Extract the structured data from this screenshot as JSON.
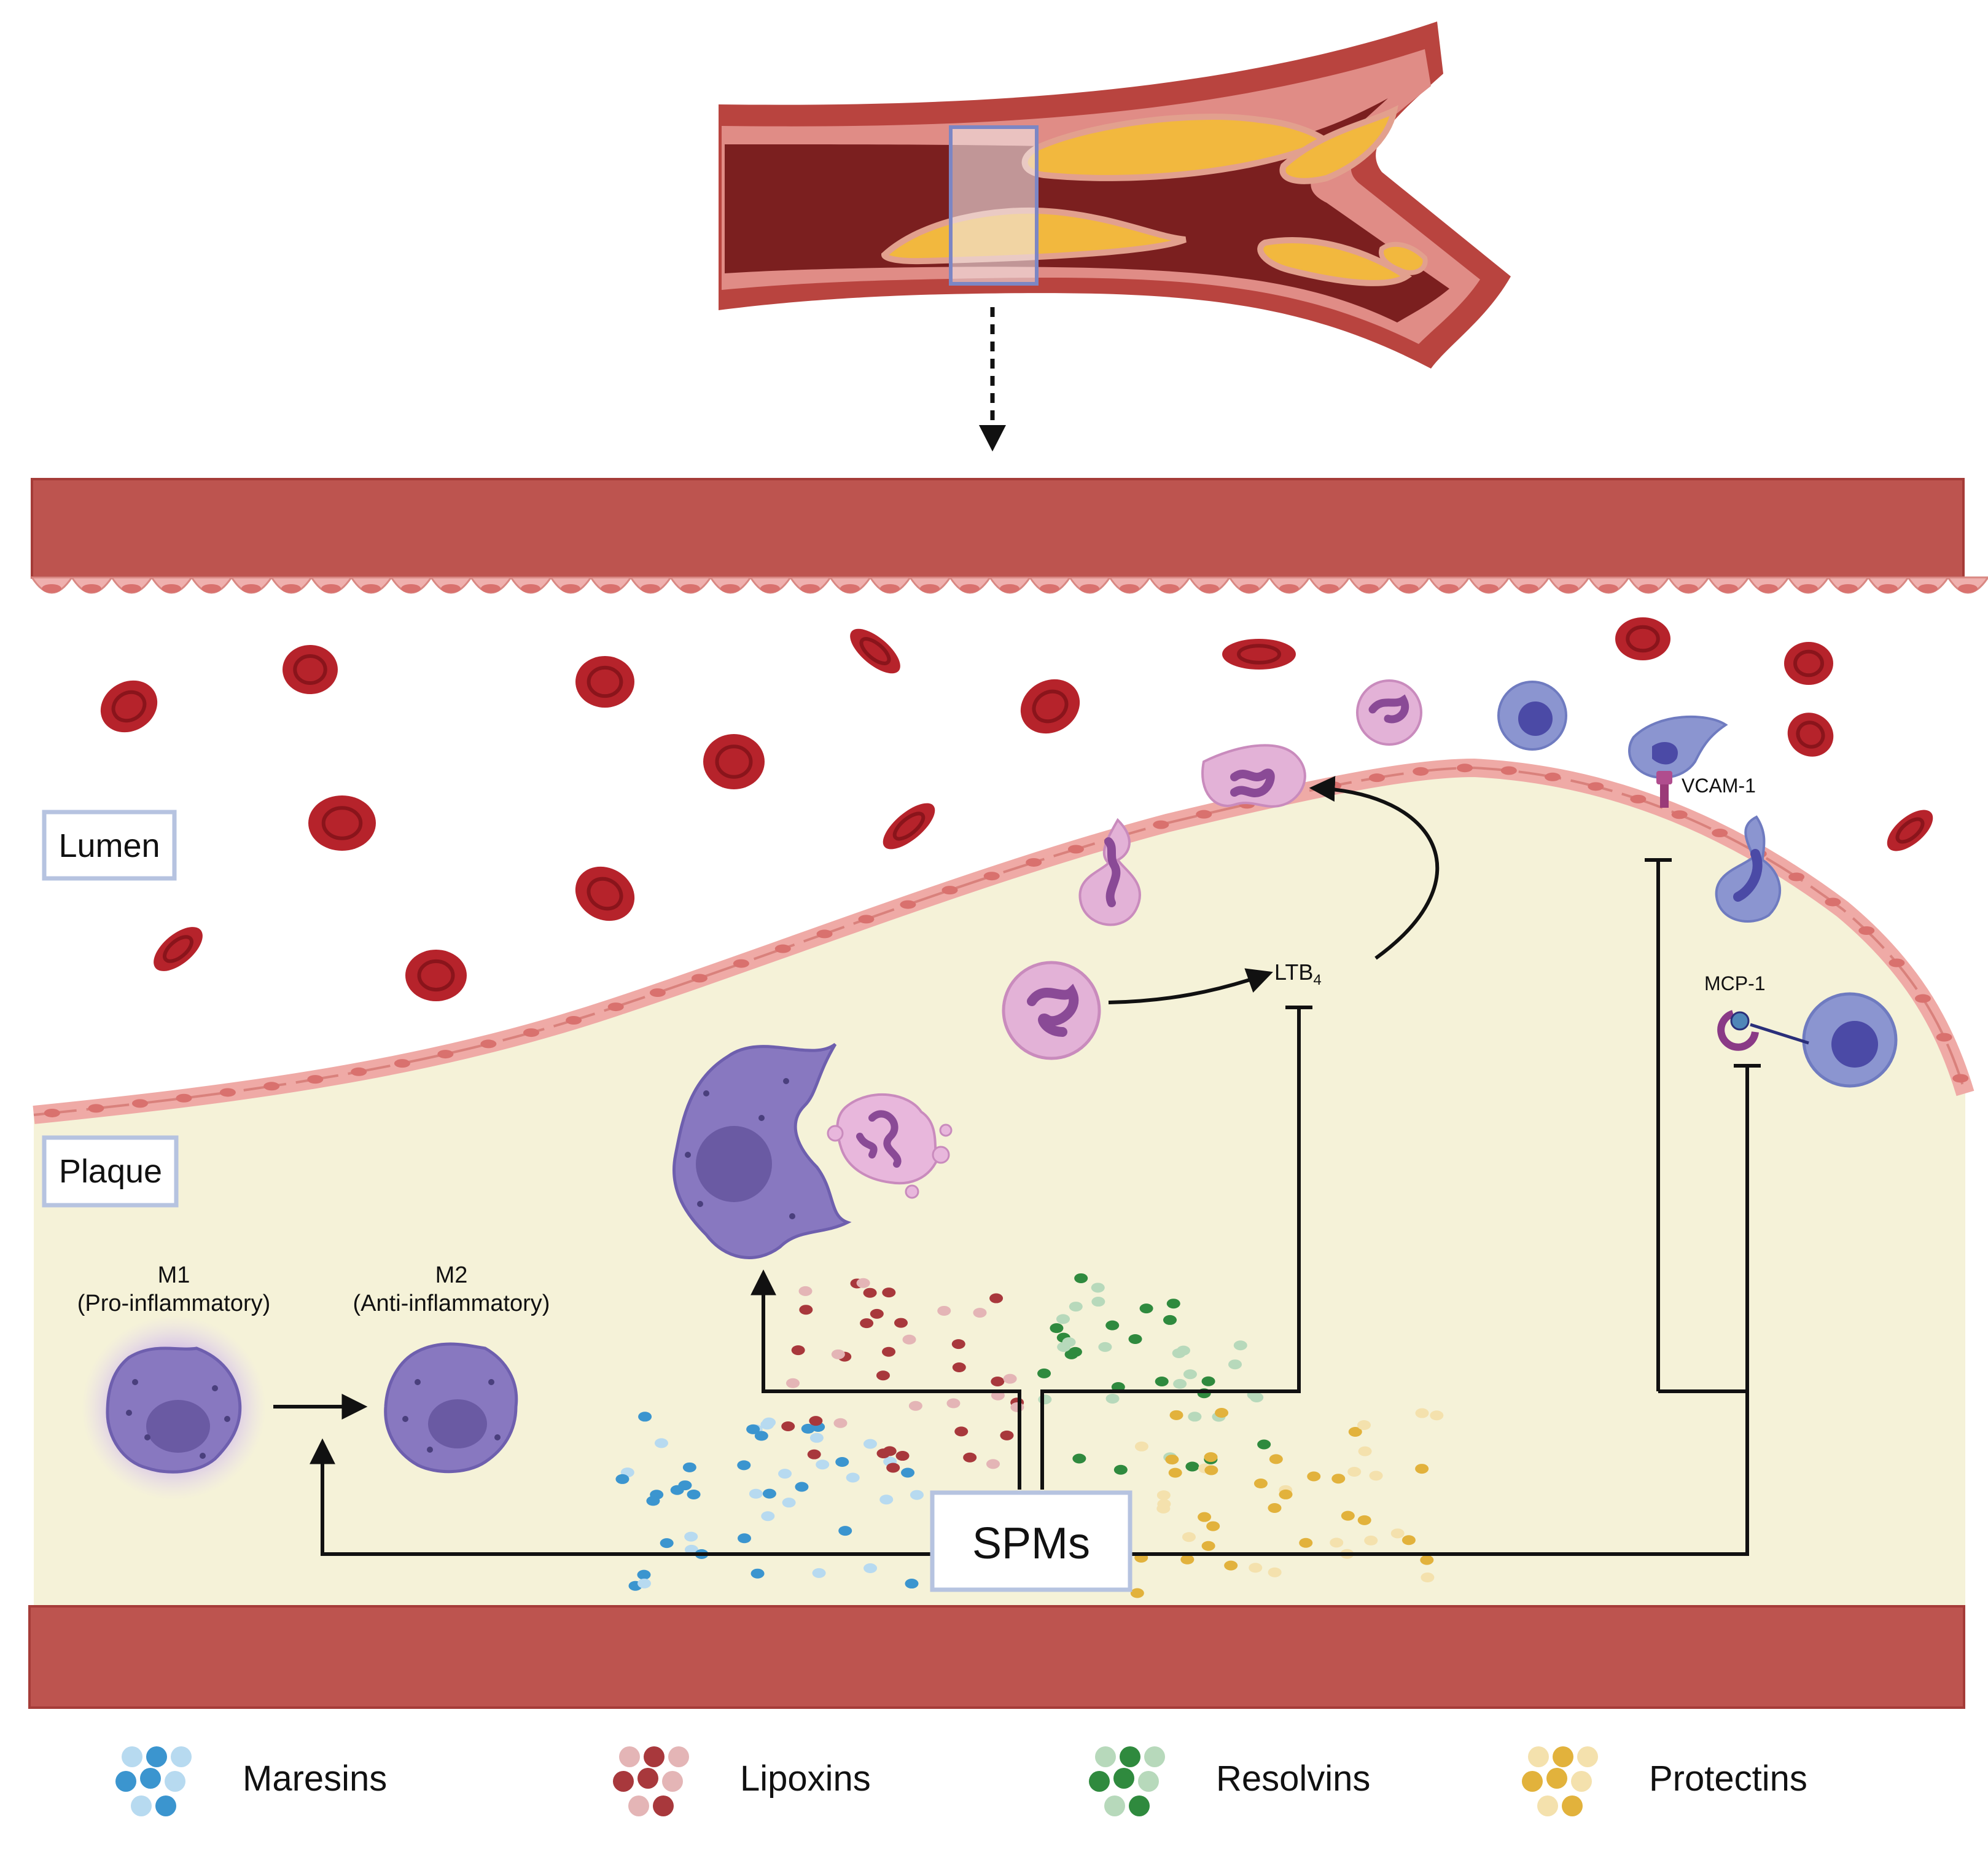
{
  "regions": {
    "lumen": "Lumen",
    "plaque": "Plaque"
  },
  "labels": {
    "m1": "M1",
    "m1_sub": "(Pro-inflammatory)",
    "m2": "M2",
    "m2_sub": "(Anti-inflammatory)",
    "spms": "SPMs",
    "ltb4_main": "LTB",
    "ltb4_sub": "4",
    "vcam": "VCAM-1",
    "mcp": "MCP-1"
  },
  "legend": [
    {
      "name": "Maresins",
      "color": "#3b95cf",
      "light": "#b7daf0"
    },
    {
      "name": "Lipoxins",
      "color": "#a8383c",
      "light": "#e4b5b6"
    },
    {
      "name": "Resolvins",
      "color": "#2f8a3e",
      "light": "#b7d9bb"
    },
    {
      "name": "Protectins",
      "color": "#e2b23c",
      "light": "#f4e1ad"
    }
  ],
  "colors": {
    "vessel_wall": "#bd544f",
    "vessel_dark": "#7b1f1f",
    "endothelium": "#efb0ae",
    "plaque": "#f5f2d8",
    "lipid": "#f2b83e",
    "rbc": "#b6232b",
    "macrophage": "#8878c0",
    "neutrophil": "#e3b2d7",
    "monocyte": "#8b95d0"
  }
}
